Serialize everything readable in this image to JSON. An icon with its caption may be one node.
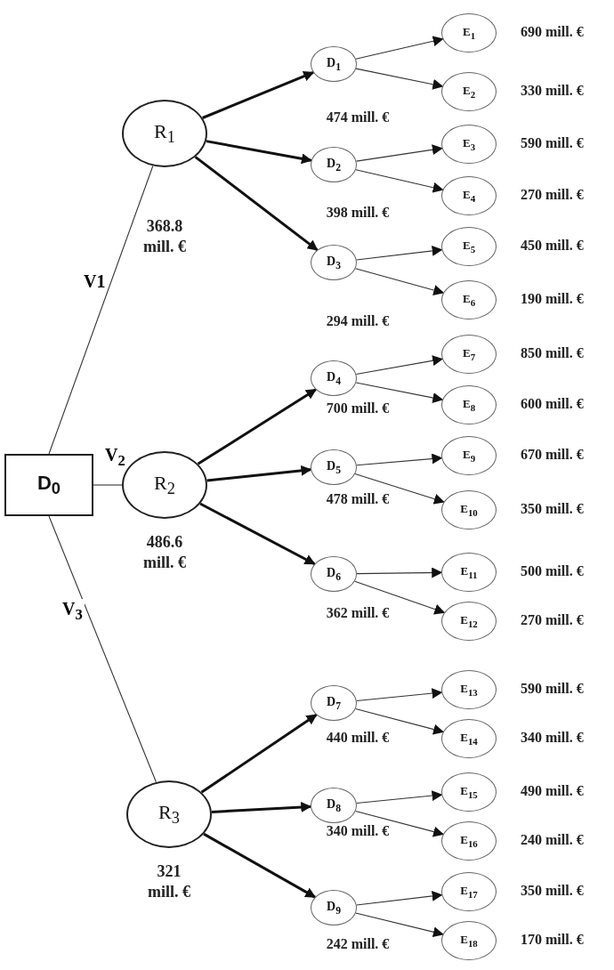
{
  "diagram": {
    "nodes": [
      {
        "text": [
          "D$_{0}$"
        ]
      },
      {
        "text": [
          "R$_{1}$"
        ],
        "beside": [
          "368.8 mill. €"
        ]
      },
      {
        "text": [
          "R$_{2}$"
        ],
        "beside": [
          "486.6 mill. €"
        ]
      },
      {
        "text": [
          "R$_{3}$"
        ],
        "beside": [
          "321 mill. €"
        ]
      },
      {
        "text": [
          "D$_{1}$"
        ],
        "beside": [
          "474 mill. €"
        ]
      },
      {
        "text": [
          "D$_{2}$"
        ],
        "beside": [
          "398 mill. €"
        ]
      },
      {
        "text": [
          "D$_{3}$"
        ],
        "beside": [
          "294 mill. €"
        ]
      },
      {
        "text": [
          "D$_{4}$"
        ],
        "beside": [
          "700 mill. €"
        ]
      },
      {
        "text": [
          "D$_{5}$"
        ],
        "beside": [
          "478 mill. €"
        ]
      },
      {
        "text": [
          "D$_{6}$"
        ],
        "beside": [
          "362 mill. €"
        ]
      },
      {
        "text": [
          "D$_{7}$"
        ],
        "beside": [
          "440 mill. €"
        ]
      },
      {
        "text": [
          "D$_{8}$"
        ],
        "beside": [
          "340 mill. €"
        ]
      },
      {
        "text": [
          "D$_{9}$"
        ],
        "beside": [
          "242 mill. €"
        ]
      },
      {
        "text": [
          "E$_{1}$"
        ],
        "beside": [
          "690 mill. €"
        ]
      },
      {
        "text": [
          "E$_{2}$"
        ],
        "beside": [
          "330 mill. €"
        ]
      },
      {
        "text": [
          "E$_{3}$"
        ],
        "beside": [
          "590 mill. €"
        ]
      },
      {
        "text": [
          "E$_{4}$"
        ],
        "beside": [
          "270 mill. €"
        ]
      },
      {
        "text": [
          "E$_{5}$"
        ],
        "beside": [
          "450 mill. €"
        ]
      },
      {
        "text": [
          "E$_{6}$"
        ],
        "beside": [
          "190 mill. €"
        ]
      },
      {
        "text": [
          "E$_{7}$"
        ],
        "beside": [
          "850 mill. €"
        ]
      },
      {
        "text": [
          "E$_{8}$"
        ],
        "beside": [
          "600 mill. €"
        ]
      },
      {
        "text": [
          "E$_{9}$"
        ],
        "beside": [
          "670 mill. €"
        ]
      },
      {
        "text": [
          "E$_{10}$"
        ],
        "beside": [
          "350 mill. €"
        ]
      },
      {
        "text": [
          "E$_{11}$"
        ],
        "beside": [
          "500 mill. €"
        ]
      },
      {
        "text": [
          "E$_{12}$"
        ],
        "beside": [
          "270 mill. €"
        ]
      },
      {
        "text": [
          "E$_{13}$"
        ],
        "beside": [
          "590 mill. €"
        ]
      },
      {
        "text": [
          "E$_{14}$"
        ],
        "beside": [
          "340 mill. €"
        ]
      },
      {
        "text": [
          "E$_{15}$"
        ],
        "beside": [
          "490 mill. €"
        ]
      },
      {
        "text": [
          "E$_{16}$"
        ],
        "beside": [
          "240 mill. €"
        ]
      },
      {
        "text": [
          "E$_{17}$"
        ],
        "beside": [
          "350 mill. €"
        ]
      },
      {
        "text": [
          "E$_{18}$"
        ],
        "beside": [
          "170 mill. €"
        ]
      }
    ],
    "edges": [
      {
        "from": 0,
        "to": 1,
        "arrow": "none",
        "label": "V1"
      },
      {
        "from": 0,
        "to": 2,
        "arrow": "none",
        "label": "V$_{2}$"
      },
      {
        "from": 0,
        "to": 3,
        "arrow": "none",
        "label": "V$_{3}$"
      },
      {
        "from": 1,
        "to": 4,
        "arrow": "to",
        "style": "thick"
      },
      {
        "from": 1,
        "to": 5,
        "arrow": "to",
        "style": "thick"
      },
      {
        "from": 1,
        "to": 6,
        "arrow": "to",
        "style": "thick"
      },
      {
        "from": 2,
        "to": 7,
        "arrow": "to",
        "style": "thick"
      },
      {
        "from": 2,
        "to": 8,
        "arrow": "to",
        "style": "thick"
      },
      {
        "from": 2,
        "to": 9,
        "arrow": "to",
        "style": "thick"
      },
      {
        "from": 3,
        "to": 10,
        "arrow": "to",
        "style": "thick"
      },
      {
        "from": 3,
        "to": 11,
        "arrow": "to",
        "style": "thick"
      },
      {
        "from": 3,
        "to": 12,
        "arrow": "to",
        "style": "thick"
      },
      {
        "from": 4,
        "to": 13,
        "arrow": "to"
      },
      {
        "from": 4,
        "to": 14,
        "arrow": "to"
      },
      {
        "from": 5,
        "to": 15,
        "arrow": "to"
      },
      {
        "from": 5,
        "to": 16,
        "arrow": "to"
      },
      {
        "from": 6,
        "to": 17,
        "arrow": "to"
      },
      {
        "from": 6,
        "to": 18,
        "arrow": "to"
      },
      {
        "from": 7,
        "to": 19,
        "arrow": "to"
      },
      {
        "from": 7,
        "to": 20,
        "arrow": "to"
      },
      {
        "from": 8,
        "to": 21,
        "arrow": "to"
      },
      {
        "from": 8,
        "to": 22,
        "arrow": "to"
      },
      {
        "from": 9,
        "to": 23,
        "arrow": "to"
      },
      {
        "from": 9,
        "to": 24,
        "arrow": "to"
      },
      {
        "from": 10,
        "to": 25,
        "arrow": "to"
      },
      {
        "from": 10,
        "to": 26,
        "arrow": "to"
      },
      {
        "from": 11,
        "to": 27,
        "arrow": "to"
      },
      {
        "from": 11,
        "to": 28,
        "arrow": "to"
      },
      {
        "from": 12,
        "to": 29,
        "arrow": "to"
      },
      {
        "from": 12,
        "to": 30,
        "arrow": "to"
      }
    ]
  }
}
